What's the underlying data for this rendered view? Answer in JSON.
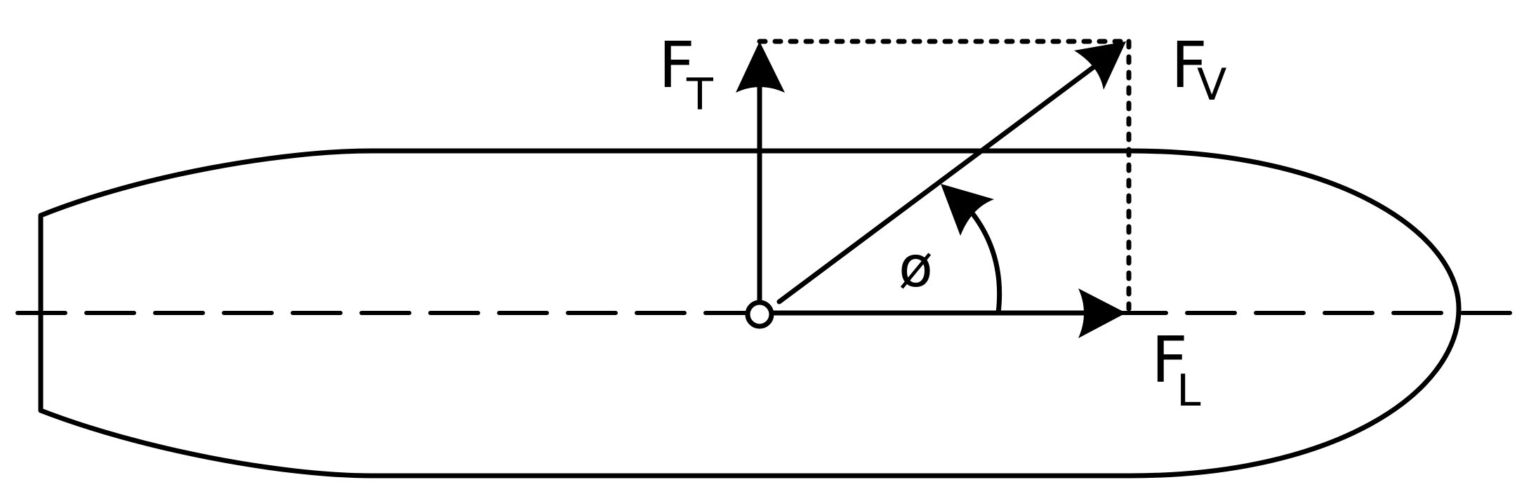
{
  "diagram": {
    "labels": {
      "ft_main": "F",
      "ft_sub": "T",
      "fv_main": "F",
      "fv_sub": "V",
      "fl_main": "F",
      "fl_sub": "L",
      "angle": "ø"
    },
    "colors": {
      "stroke": "#000000",
      "background": "#ffffff"
    }
  }
}
